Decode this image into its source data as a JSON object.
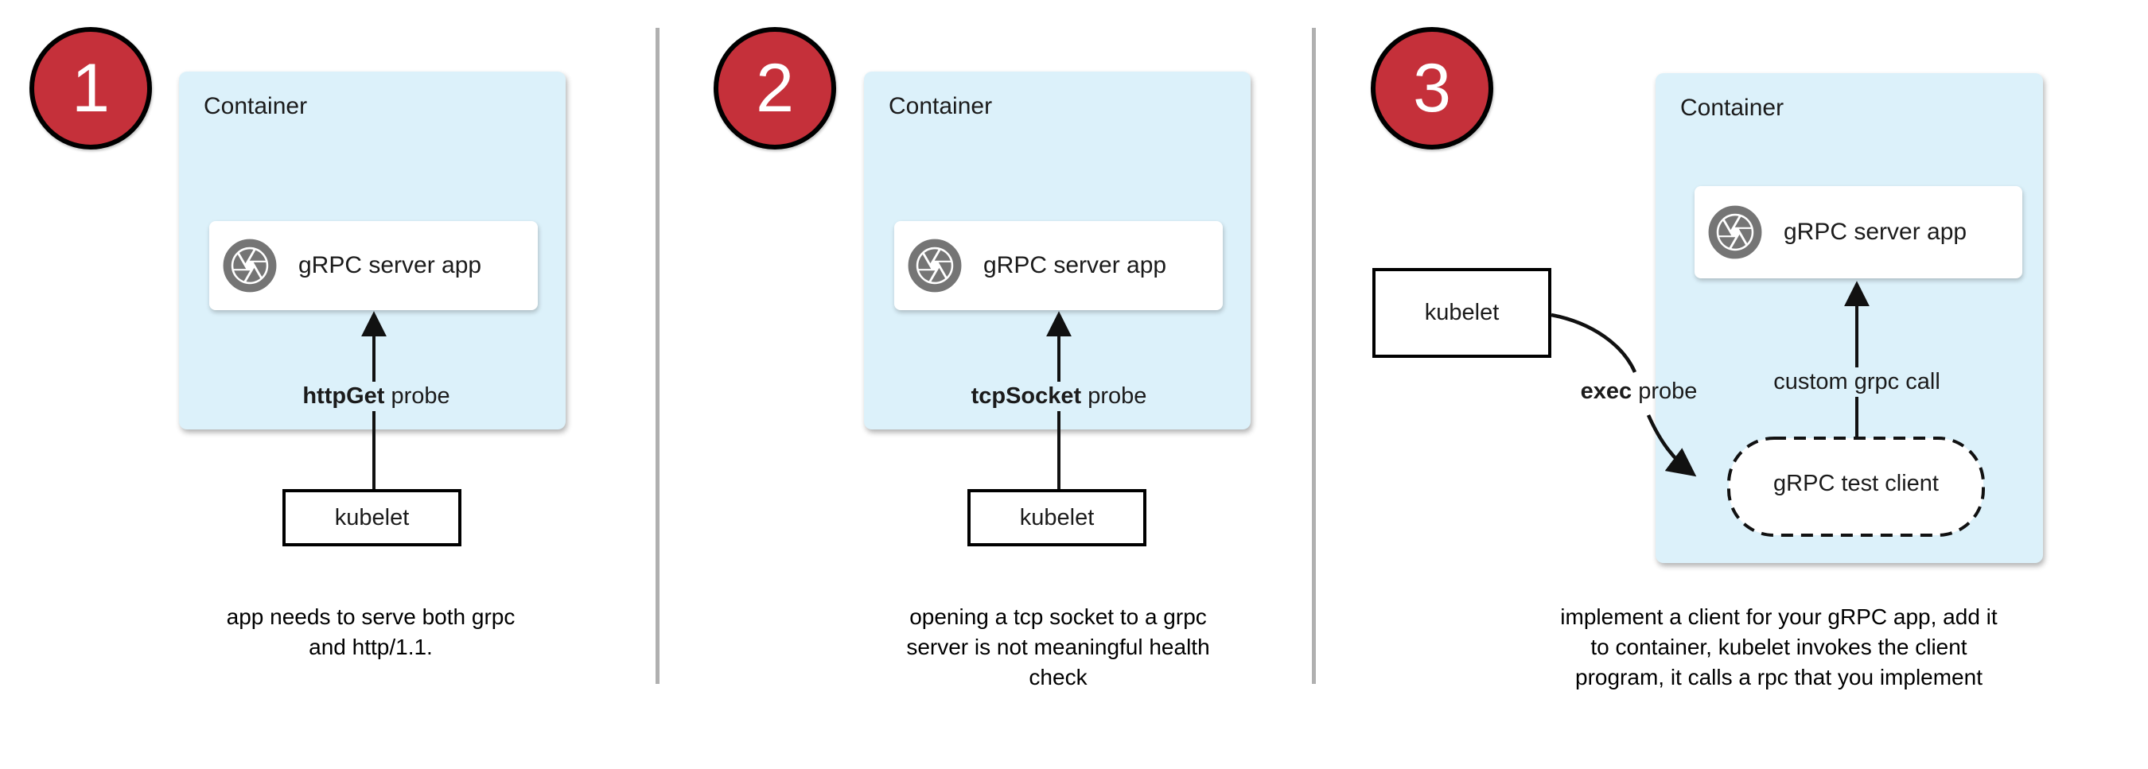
{
  "colors": {
    "canvas_bg": "#ffffff",
    "container_fill": "#DCF1FA",
    "badge_fill": "#C5303A",
    "badge_border": "#000000",
    "icon_gray": "#757575",
    "divider": "#B0B0B0",
    "arrow": "#111111",
    "text": "#1b1b1b"
  },
  "icons": {
    "app_icon": "aperture-icon"
  },
  "panels": [
    {
      "number": "1",
      "container_label": "Container",
      "app_label": "gRPC server app",
      "probe_label_bold": "httpGet",
      "probe_label_rest": " probe",
      "kubelet_label": "kubelet",
      "caption_lines": [
        "app needs to serve both grpc",
        "and http/1.1."
      ]
    },
    {
      "number": "2",
      "container_label": "Container",
      "app_label": "gRPC server app",
      "probe_label_bold": "tcpSocket",
      "probe_label_rest": " probe",
      "kubelet_label": "kubelet",
      "caption_lines": [
        "opening a tcp socket to a grpc",
        "server is not meaningful health",
        "check"
      ]
    },
    {
      "number": "3",
      "container_label": "Container",
      "app_label": "gRPC server app",
      "probe_label_bold": "exec",
      "probe_label_rest": " probe",
      "kubelet_label": "kubelet",
      "custom_call_label": "custom grpc call",
      "test_client_label": "gRPC test client",
      "caption_lines": [
        "implement a client for your gRPC app, add it",
        "to container, kubelet invokes the client",
        "program, it calls a rpc that you implement"
      ]
    }
  ]
}
